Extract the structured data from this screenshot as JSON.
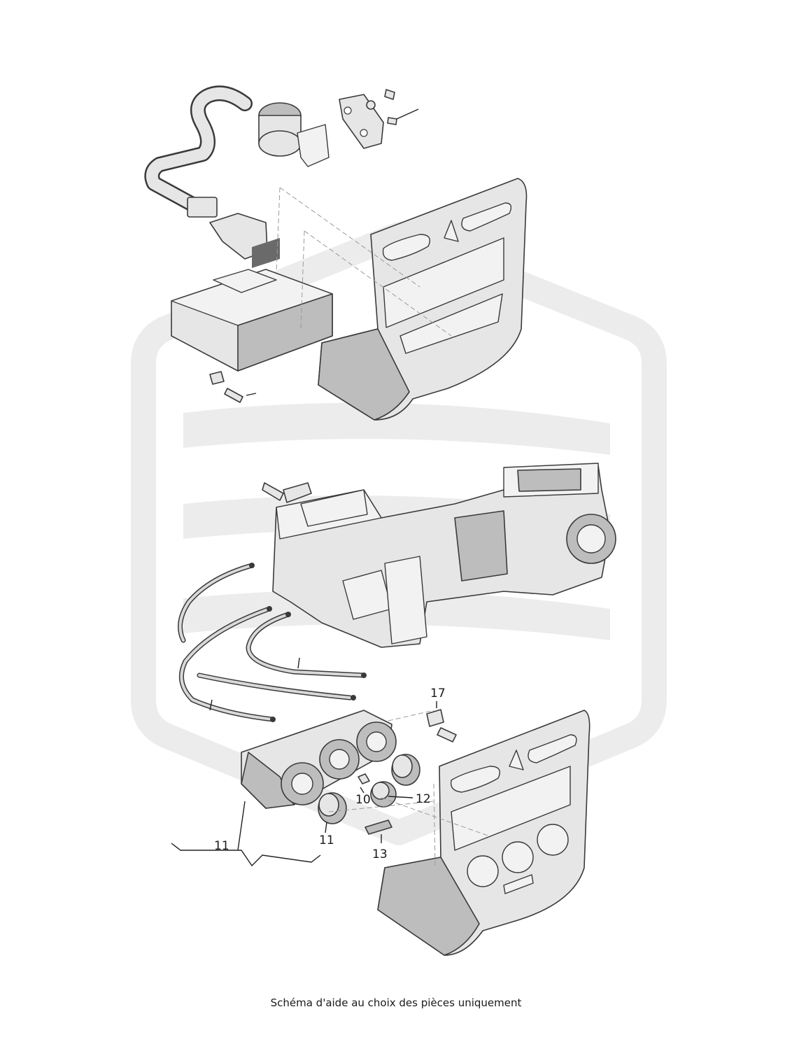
{
  "callouts": {
    "c10": "10",
    "c11a": "11",
    "c11b": "11",
    "c12": "12",
    "c13": "13",
    "c17": "17"
  },
  "caption": "Schéma d'aide au choix des pièces uniquement",
  "colors": {
    "watermark": "#ececec",
    "outline": "#3a3a3a",
    "part_fill": "#e6e6e6",
    "part_shade": "#bdbdbd"
  }
}
